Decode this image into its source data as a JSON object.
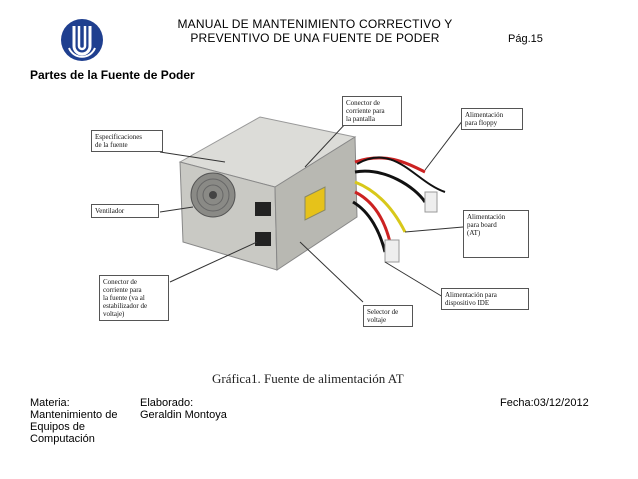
{
  "header": {
    "title_line1": "MANUAL DE MANTENIMIENTO CORRECTIVO Y",
    "title_line2": "PREVENTIVO DE  UNA FUENTE DE PODER",
    "page": "Pág.15"
  },
  "section_title": "Partes de la Fuente de Poder",
  "figure": {
    "callouts": [
      {
        "line1": "Especificaciones",
        "line2": "de la fuente",
        "line3": "",
        "line4": ""
      },
      {
        "line1": "Ventilador",
        "line2": "",
        "line3": "",
        "line4": ""
      },
      {
        "line1": "Conector     de",
        "line2": "corriente   para",
        "line3": "la fuente (va al",
        "line4": "estabilizador de voltaje)"
      },
      {
        "line1": "Conector de",
        "line2": "corriente para",
        "line3": "la pantalla",
        "line4": ""
      },
      {
        "line1": "Alimentación",
        "line2": "para floppy",
        "line3": "",
        "line4": ""
      },
      {
        "line1": "Alimentación",
        "line2": "para board",
        "line3": "(AT)",
        "line4": ""
      },
      {
        "line1": "Alimentación     para",
        "line2": "dispositivo IDE",
        "line3": "",
        "line4": ""
      },
      {
        "line1": "Selector de",
        "line2": "voltaje",
        "line3": "",
        "line4": ""
      }
    ],
    "caption": "Gráfica1. Fuente de alimentación AT"
  },
  "footer": {
    "materia_label": "Materia:",
    "materia_value": "Mantenimiento de Equipos de Computación",
    "elaborado_label": "Elaborado:",
    "elaborado_value": "Geraldin Montoya",
    "fecha": "Fecha:03/12/2012"
  },
  "colors": {
    "logo_blue": "#1f3f8f",
    "psu_metal": "#c9c9c4",
    "warning_label": "#e6c21a"
  },
  "icons": [
    "institution-logo-icon"
  ]
}
